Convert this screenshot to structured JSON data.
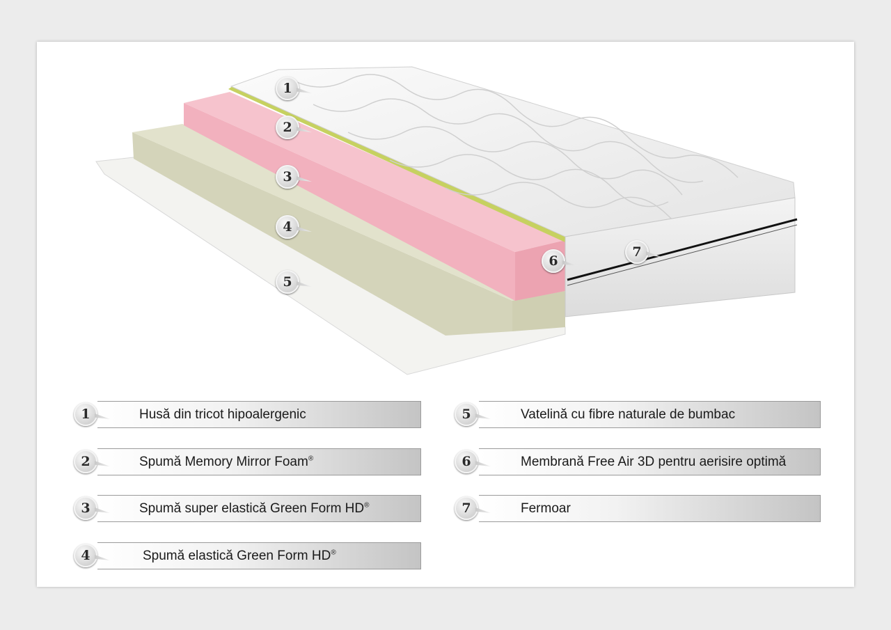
{
  "callouts": [
    "1",
    "2",
    "3",
    "4",
    "5",
    "6",
    "7"
  ],
  "legend": [
    {
      "num": "1",
      "text": "Husă din tricot hipoalergenic",
      "mark": ""
    },
    {
      "num": "2",
      "text": "Spumă Memory Mirror Foam",
      "mark": "®"
    },
    {
      "num": "3",
      "text": "Spumă super elastică Green Form HD",
      "mark": "®"
    },
    {
      "num": "4",
      "text": "Spumă elastică Green Form HD",
      "mark": "®"
    },
    {
      "num": "5",
      "text": "Vatelină cu fibre naturale de bumbac",
      "mark": ""
    },
    {
      "num": "6",
      "text": "Membrană Free Air 3D pentru aerisire optimă",
      "mark": ""
    },
    {
      "num": "7",
      "text": "Fermoar",
      "mark": ""
    }
  ],
  "colors": {
    "pink": "#f2b1be",
    "beige": "#dcdcc6",
    "green": "#c6d160",
    "cover": "#f2f2f2"
  }
}
